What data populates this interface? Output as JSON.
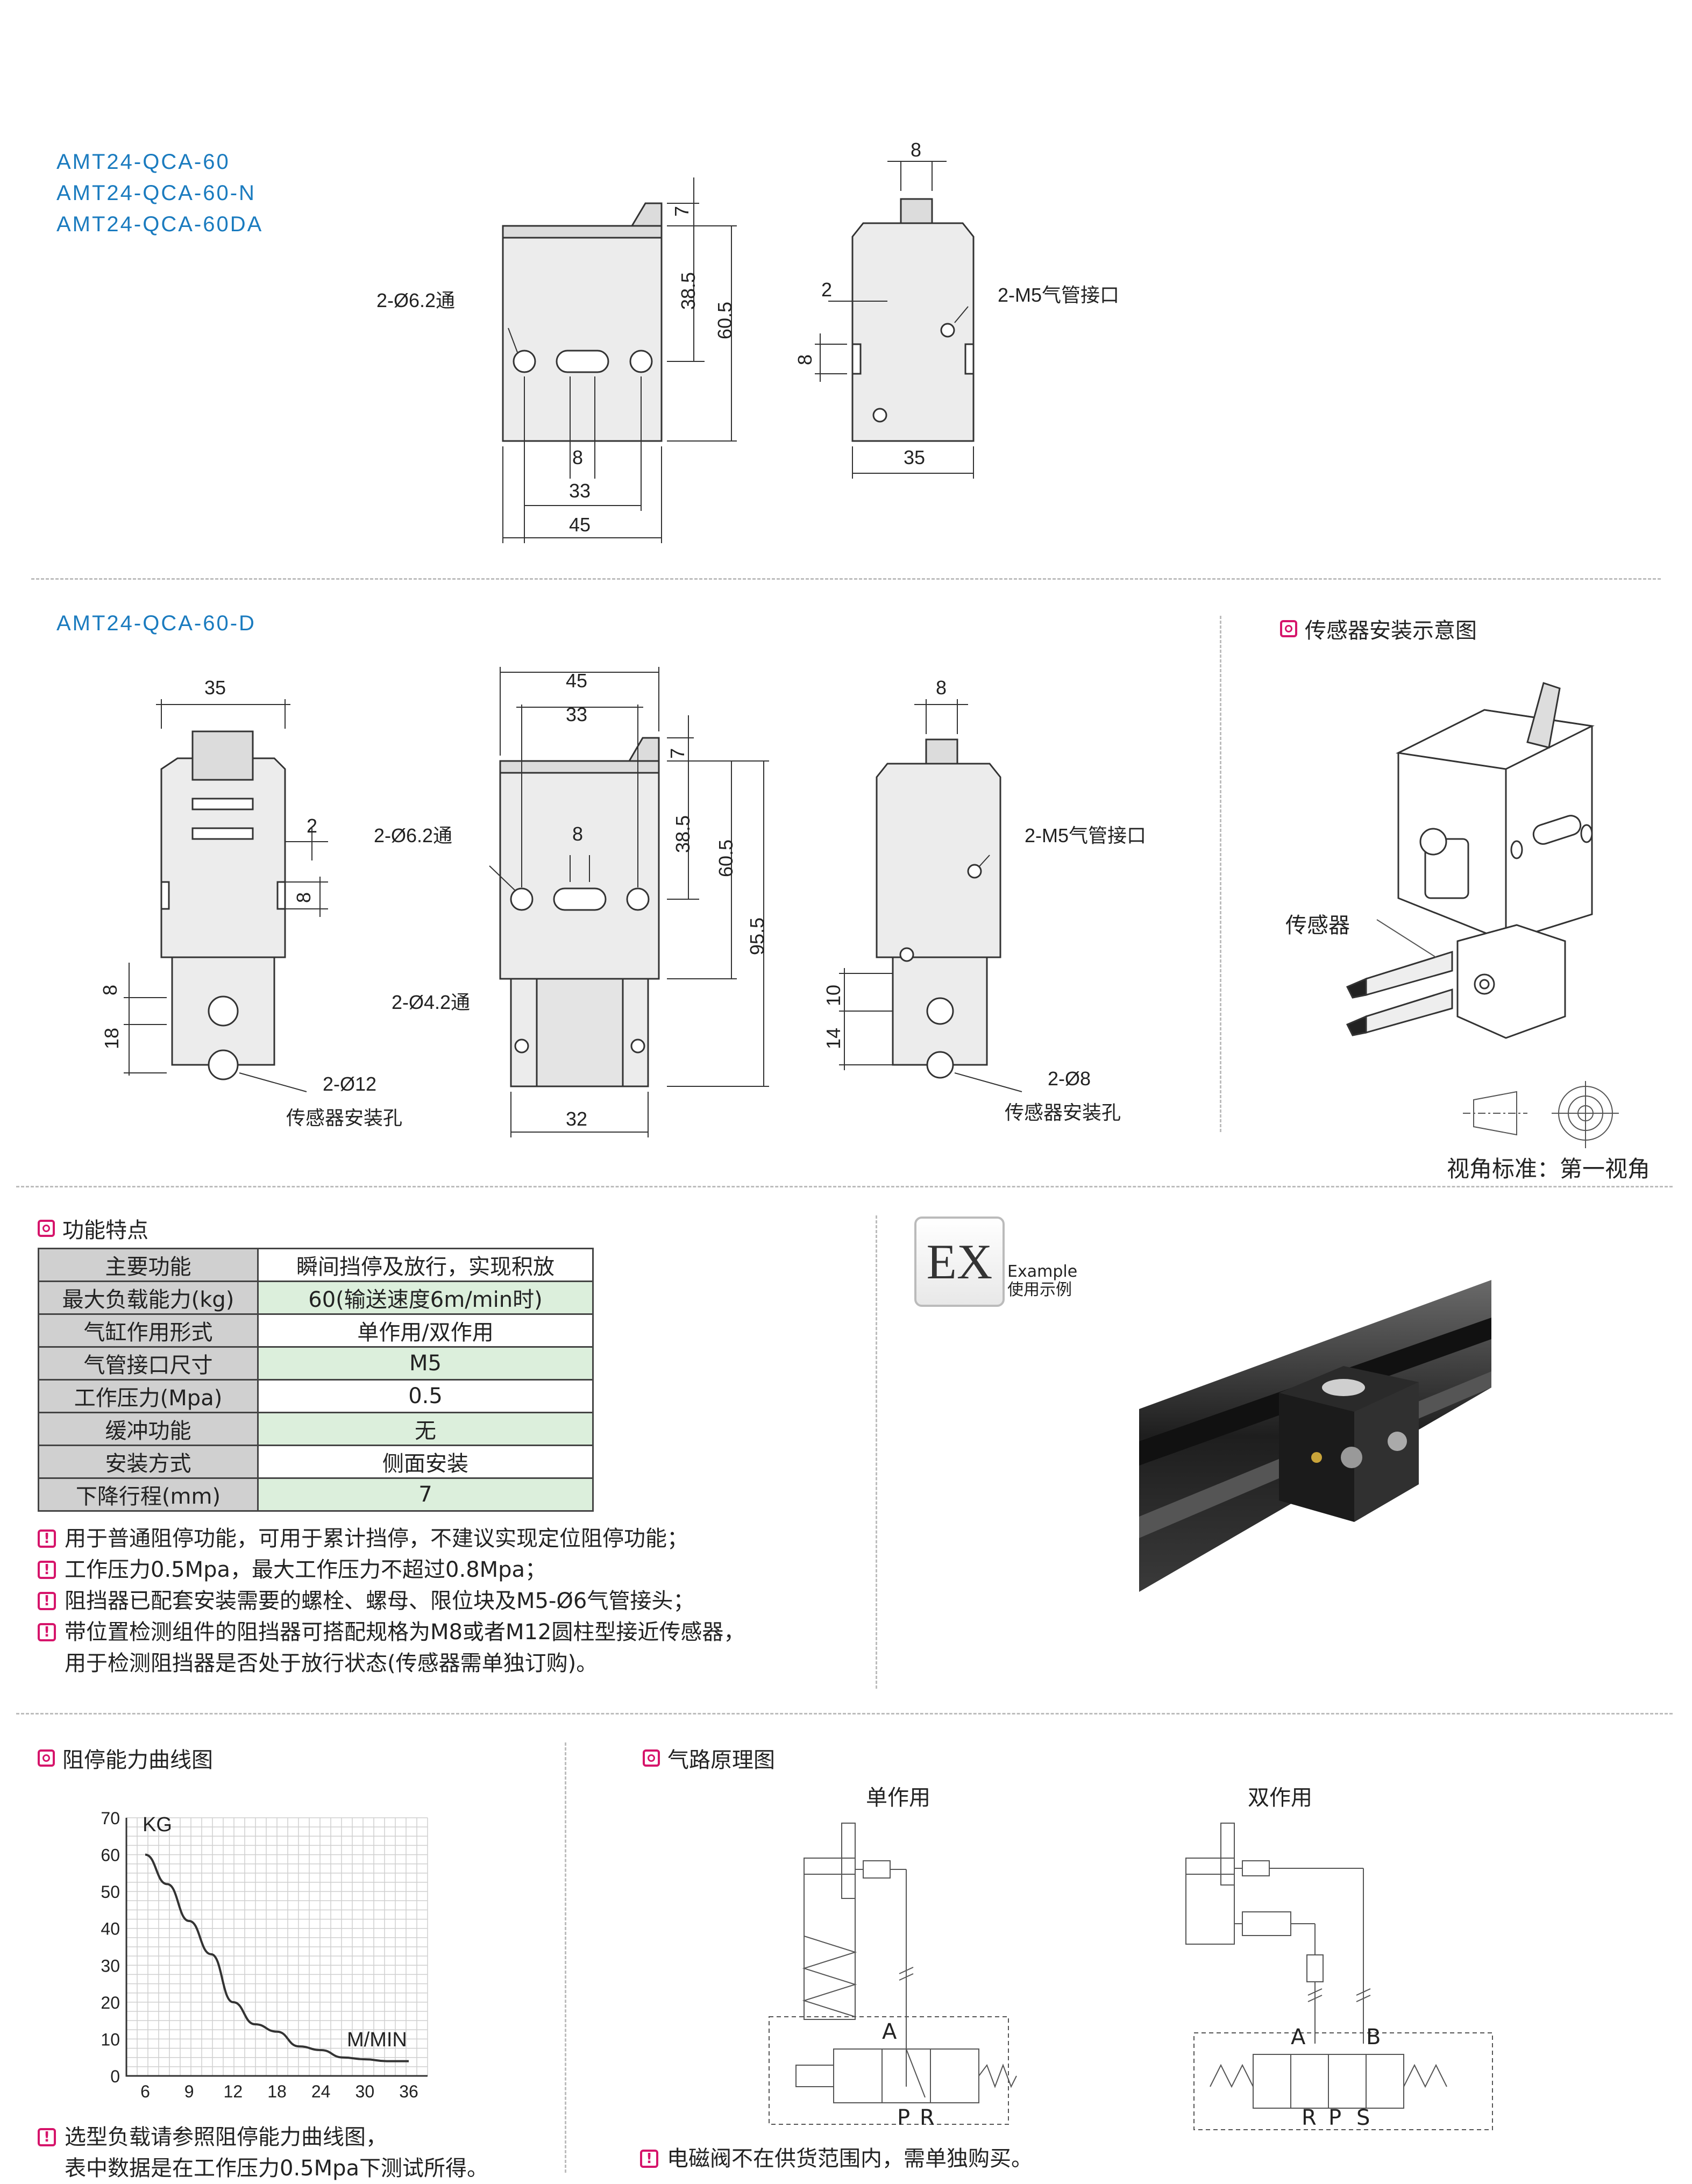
{
  "top_section": {
    "models": [
      "AMT24-QCA-60",
      "AMT24-QCA-60-N",
      "AMT24-QCA-60DA"
    ],
    "front": {
      "hole_label": "2-Ø6.2通",
      "dim_7": "7",
      "dim_38_5": "38.5",
      "dim_60_5": "60.5",
      "dim_8": "8",
      "dim_33": "33",
      "dim_45": "45"
    },
    "side": {
      "dim_8_top": "8",
      "dim_2": "2",
      "dim_8_left": "8",
      "dim_35": "35",
      "port_label": "2-M5气管接口"
    }
  },
  "middle_section": {
    "model": "AMT24-QCA-60-D",
    "left_view": {
      "dim_35": "35",
      "dim_2": "2",
      "dim_8_side": "8",
      "dim_8": "8",
      "dim_18": "18",
      "hole_label": "2-Ø12",
      "sensor_label": "传感器安装孔"
    },
    "front_view": {
      "dim_45": "45",
      "dim_33": "33",
      "dim_7": "7",
      "hole_label": "2-Ø6.2通",
      "dim_8": "8",
      "dim_38_5": "38.5",
      "dim_60_5": "60.5",
      "dim_95_5": "95.5",
      "hole_label_2": "2-Ø4.2通",
      "dim_32": "32"
    },
    "right_view": {
      "dim_8": "8",
      "port_label": "2-M5气管接口",
      "dim_10": "10",
      "dim_14": "14",
      "hole_label": "2-Ø8",
      "sensor_label": "传感器安装孔"
    },
    "sensor_install": {
      "title": "传感器安装示意图",
      "sensor_label": "传感器",
      "view_label": "视角标准：第一视角"
    }
  },
  "features": {
    "title": "功能特点",
    "rows": [
      {
        "k": "主要功能",
        "v": "瞬间挡停及放行，实现积放"
      },
      {
        "k": "最大负载能力(kg)",
        "v": "60(输送速度6m/min时)"
      },
      {
        "k": "气缸作用形式",
        "v": "单作用/双作用"
      },
      {
        "k": "气管接口尺寸",
        "v": "M5"
      },
      {
        "k": "工作压力(Mpa)",
        "v": "0.5"
      },
      {
        "k": "缓冲功能",
        "v": "无"
      },
      {
        "k": "安装方式",
        "v": "侧面安装"
      },
      {
        "k": "下降行程(mm)",
        "v": "7"
      }
    ],
    "notes": [
      "用于普通阻停功能，可用于累计挡停，不建议实现定位阻停功能；",
      "工作压力0.5Mpa，最大工作压力不超过0.8Mpa；",
      "阻挡器已配套安装需要的螺栓、螺母、限位块及M5-Ø6气管接头；",
      "带位置检测组件的阻挡器可搭配规格为M8或者M12圆柱型接近传感器，",
      "用于检测阻挡器是否处于放行状态(传感器需单独订购)。"
    ],
    "warn_glyph": "!"
  },
  "example": {
    "badge": "EX",
    "label_en": "Example",
    "label_cn": "使用示例"
  },
  "curve": {
    "title": "阻停能力曲线图",
    "note_1": "选型负载请参照阻停能力曲线图，",
    "note_2": "表中数据是在工作压力0.5Mpa下测试所得。"
  },
  "chart_data": {
    "type": "line",
    "title": "",
    "ylabel": "KG",
    "xlabel": "M/MIN",
    "x_ticks": [
      6,
      9,
      12,
      18,
      24,
      30,
      36
    ],
    "y_ticks": [
      0,
      10,
      20,
      30,
      40,
      50,
      60,
      70
    ],
    "ylim": [
      0,
      70
    ],
    "grid": true,
    "series": [
      {
        "x_index": [
          0,
          0.5,
          1,
          1.5,
          2,
          2.5,
          3,
          3.5,
          4,
          4.5,
          5,
          5.5,
          6
        ],
        "values": [
          60,
          52,
          42,
          33,
          20,
          14,
          12,
          8,
          7,
          5,
          4.5,
          4,
          4
        ]
      }
    ]
  },
  "pneumatic": {
    "title": "气路原理图",
    "single": {
      "label": "单作用",
      "port_a": "A",
      "port_p": "P",
      "port_r": "R"
    },
    "double": {
      "label": "双作用",
      "port_a": "A",
      "port_b": "B",
      "port_r": "R",
      "port_p": "P",
      "port_s": "S"
    },
    "note": "电磁阀不在供货范围内，需单独购买。"
  }
}
